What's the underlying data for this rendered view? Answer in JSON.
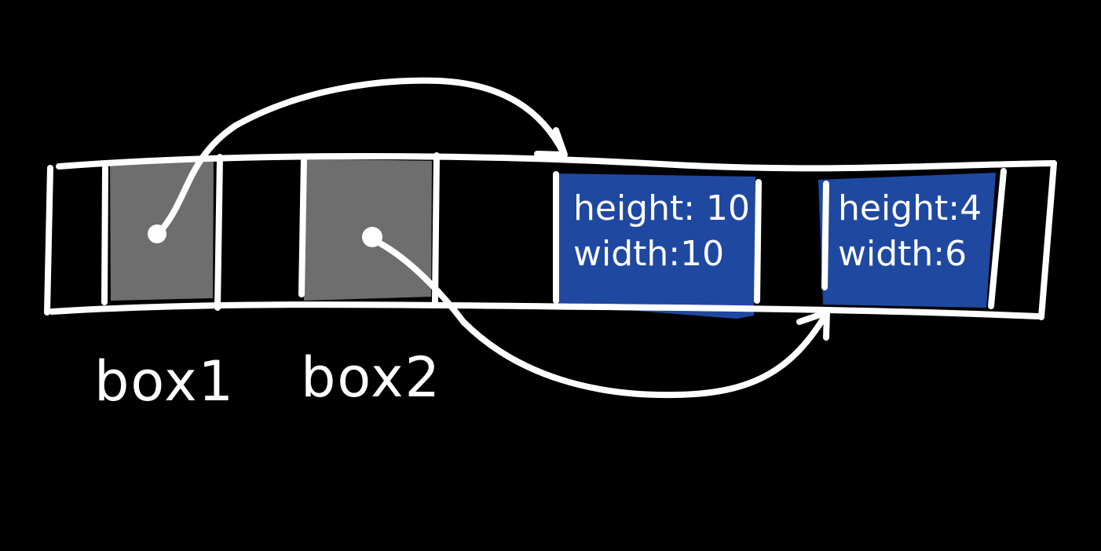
{
  "variables": [
    {
      "name": "box1"
    },
    {
      "name": "box2"
    }
  ],
  "objects": [
    {
      "height_line": "height: 10",
      "width_line": "width:10"
    },
    {
      "height_line": "height:4",
      "width_line": "width:6"
    }
  ],
  "colors": {
    "background": "#000000",
    "stroke": "#ffffff",
    "reference_cell": "#6e6e6e",
    "object_fill": "#1f48a0"
  }
}
